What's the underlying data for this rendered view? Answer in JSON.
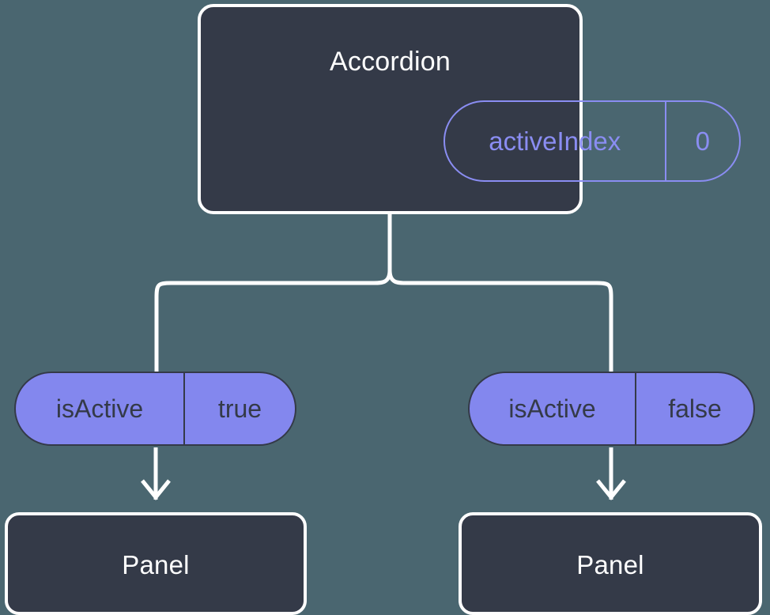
{
  "diagram": {
    "title_node": {
      "label": "Accordion",
      "state_pill": {
        "key": "activeIndex",
        "value": "0"
      }
    },
    "branches": [
      {
        "pill": {
          "key": "isActive",
          "value": "true"
        },
        "child": {
          "label": "Panel"
        }
      },
      {
        "pill": {
          "key": "isActive",
          "value": "false"
        },
        "child": {
          "label": "Panel"
        }
      }
    ],
    "colors": {
      "background": "#4a6670",
      "node_fill": "#343a48",
      "node_border": "#ffffff",
      "accent_purple": "#8387ee",
      "accent_purple_outline": "#8a8df2",
      "text_light": "#ffffff",
      "text_dark": "#343a48",
      "connector": "#ffffff"
    }
  }
}
